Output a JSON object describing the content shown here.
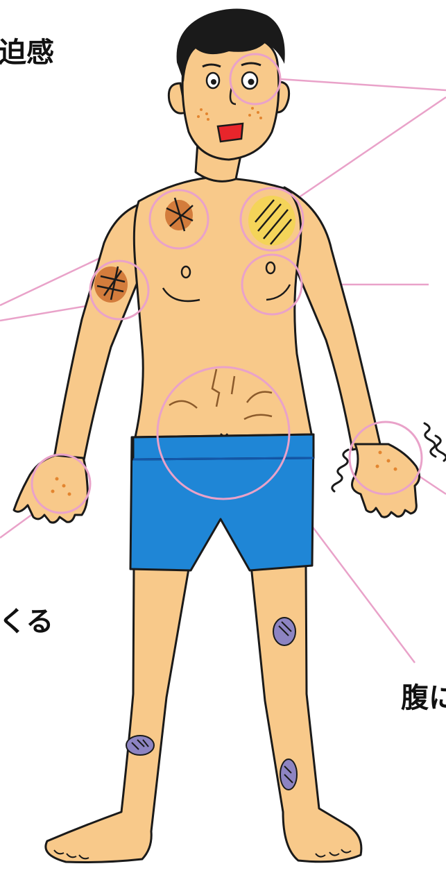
{
  "labels": {
    "top_left": "迫感",
    "bottom_left": "くる",
    "bottom_right": "腹に"
  },
  "colors": {
    "skin": "#f8c98a",
    "outline": "#1a1a1a",
    "shorts": "#1f86d6",
    "shorts_dark": "#1356a8",
    "callout": "#e9a2c9",
    "bruise": "#8d84c2",
    "freckle": "#e3852f",
    "mouth": "#e8252b",
    "hair": "#1a1a1a",
    "yellow_patch": "#f3d553",
    "brown_patch": "#cc6f2e"
  }
}
